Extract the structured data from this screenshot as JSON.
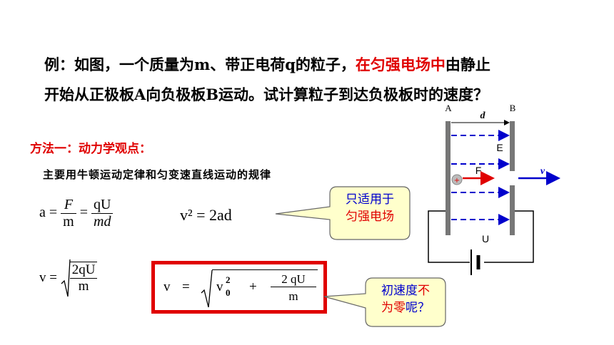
{
  "problem": {
    "line1_part1": "例：如图，一个质量为m、带正电荷q的粒子，",
    "line1_highlight": "在匀强电场中",
    "line1_part2": "由静止",
    "line2": "开始从正极板A向负极板B运动。试计算粒子到达负极板时的速度？"
  },
  "method": {
    "title": "方法一：动力学观点：",
    "description": "主要用牛顿运动定律和匀变速直线运动的规律"
  },
  "formulas": {
    "a_lhs": "a =",
    "f1_num": "F",
    "f1_den": "m",
    "eq": "=",
    "f2_num": "qU",
    "f2_den": "md",
    "v2_eq": "v² = 2ad",
    "v_lhs": "v =",
    "v_num": "2qU",
    "v_den": "m"
  },
  "boxed_formula": {
    "lhs": "v",
    "eq": "=",
    "v0": "v",
    "plus": "+",
    "frac_num": "2 qU",
    "frac_den": "m"
  },
  "callouts": {
    "uniform_field": {
      "line1": "只适用于",
      "line2": "匀强电场"
    },
    "initial_velocity": {
      "part1": "初速度",
      "part1_red": "不",
      "part2_red": "为零",
      "part2": "呢？"
    }
  },
  "diagram": {
    "plate_a": "A",
    "plate_b": "B",
    "distance": "d",
    "field_label": "E",
    "force_label": "F",
    "velocity_label": "v",
    "voltage_label": "U",
    "charge_sign": "+"
  },
  "colors": {
    "red": "#e00000",
    "blue": "#0000cc",
    "callout_fill": "#ffffcc",
    "box_red": "#e00000"
  }
}
